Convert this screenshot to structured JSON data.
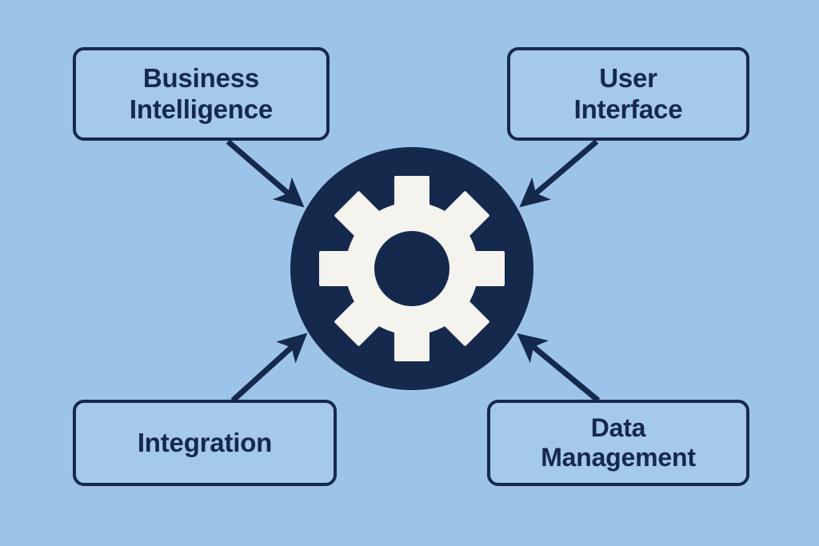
{
  "diagram": {
    "title": "System components converging on central processing hub",
    "background_color": "#9cc4e8",
    "line_color": "#15294d",
    "box_fill_color": "#a4c9ea",
    "hub": {
      "icon": "gear-icon",
      "circle_color": "#15294d",
      "gear_color": "#f5f3ee",
      "gear_teeth": 8
    },
    "nodes": [
      {
        "id": "business-intelligence",
        "label": "Business\nIntelligence",
        "position": "top-left"
      },
      {
        "id": "user-interface",
        "label": "User\nInterface",
        "position": "top-right"
      },
      {
        "id": "integration",
        "label": "Integration",
        "position": "bottom-left"
      },
      {
        "id": "data-management",
        "label": "Data\nManagement",
        "position": "bottom-right"
      }
    ],
    "connectors": [
      {
        "id": "bi-to-hub",
        "from": "business-intelligence",
        "to": "hub",
        "style": "arrow"
      },
      {
        "id": "ui-to-hub",
        "from": "user-interface",
        "to": "hub",
        "style": "arrow"
      },
      {
        "id": "integration-to-hub",
        "from": "integration",
        "to": "hub",
        "style": "arrow"
      },
      {
        "id": "dm-to-hub",
        "from": "data-management",
        "to": "hub",
        "style": "arrow"
      }
    ]
  }
}
